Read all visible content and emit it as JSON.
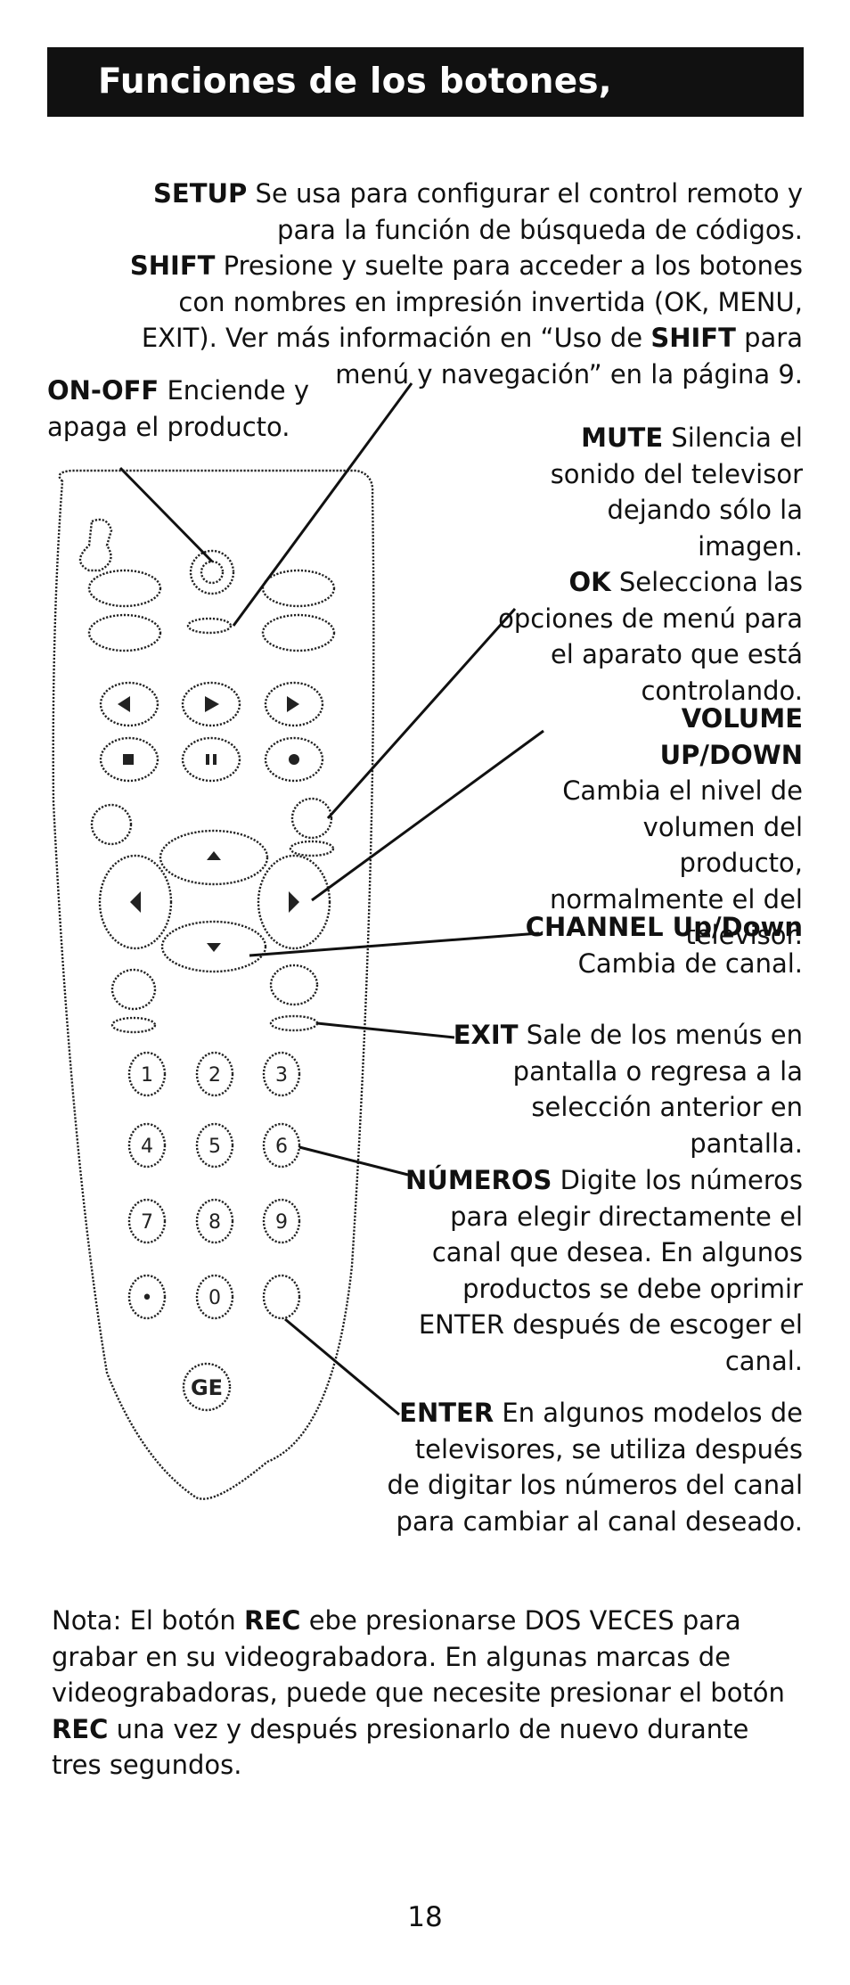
{
  "header": {
    "title": "Funciones de los botones, continuación"
  },
  "callouts": {
    "setup": {
      "term": "SETUP",
      "text": "Se usa para configurar el control remoto y para la función de búsqueda de códigos."
    },
    "shift": {
      "term": "SHIFT",
      "text": "Presione y suelte para acceder a los botones con nombres en impresión invertida (OK, MENU, EXIT). Ver más información en “Uso de",
      "term2": "SHIFT",
      "text2": "para menú y navegación” en la página 9."
    },
    "onoff": {
      "term": "ON-OFF",
      "text": "Enciende y apaga el producto."
    },
    "mute": {
      "term": "MUTE",
      "text": "Silencia el sonido del televisor dejando sólo la imagen."
    },
    "ok": {
      "term": "OK",
      "text": "Selecciona las opciones de menú para el aparato que está controlando."
    },
    "volume": {
      "term": "VOLUME UP/DOWN",
      "text": "Cambia el nivel de volumen del producto, normalmente el del televisor."
    },
    "channel": {
      "term": "CHANNEL Up/Down",
      "text": "Cambia de canal."
    },
    "exit": {
      "term": "EXIT",
      "text": "Sale de los menús en pantalla o regresa a la selección anterior en pantalla."
    },
    "numeros": {
      "term": "NÚMEROS",
      "text": "Digite los números para elegir directamente el canal que desea. En algunos productos se debe oprimir ENTER después de escoger el canal."
    },
    "enter": {
      "term": "ENTER",
      "text": "En algunos modelos de televisores, se utiliza después de digitar los números del canal para cambiar al canal deseado."
    }
  },
  "nota": {
    "p1": "Nota: El botón",
    "rec1": "REC",
    "p2": "ebe presionarse DOS VECES para grabar en su videograbadora. En algunas marcas de videograbadoras, puede que necesite presionar el botón",
    "rec2": "REC",
    "p3": "una vez y después presionarlo de nuevo durante tres segundos."
  },
  "page_number": "18",
  "remote": {
    "digits": [
      "1",
      "2",
      "3",
      "4",
      "5",
      "6",
      "7",
      "8",
      "9",
      "•",
      "0"
    ],
    "logo": "GE"
  }
}
